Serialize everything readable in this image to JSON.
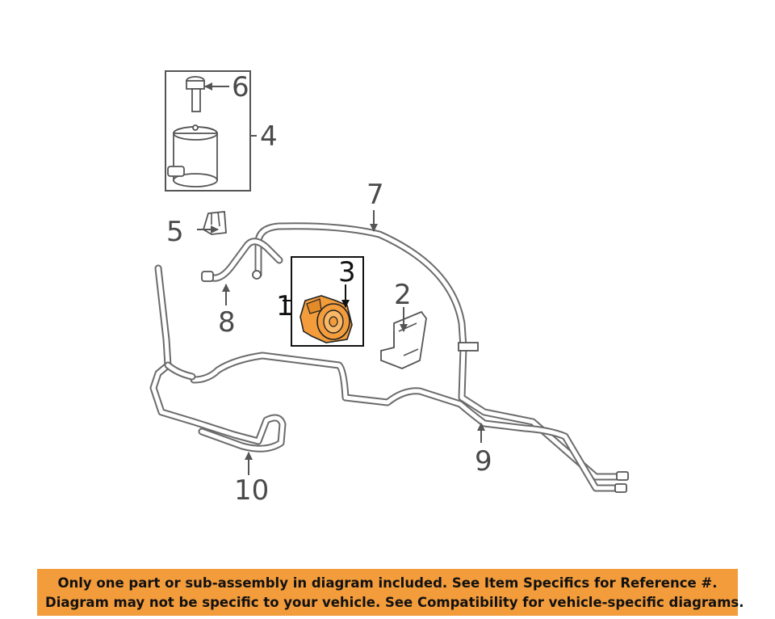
{
  "callouts": {
    "c1": "1",
    "c2": "2",
    "c3": "3",
    "c4": "4",
    "c5": "5",
    "c6": "6",
    "c7": "7",
    "c8": "8",
    "c9": "9",
    "c10": "10"
  },
  "highlight_color": "#f39c3c",
  "banner": {
    "line1": "Only one part or sub-assembly in diagram included. See Item Specifics for Reference #.",
    "line2": "Diagram may not be specific to your vehicle. See Compatibility for vehicle-specific diagrams."
  }
}
